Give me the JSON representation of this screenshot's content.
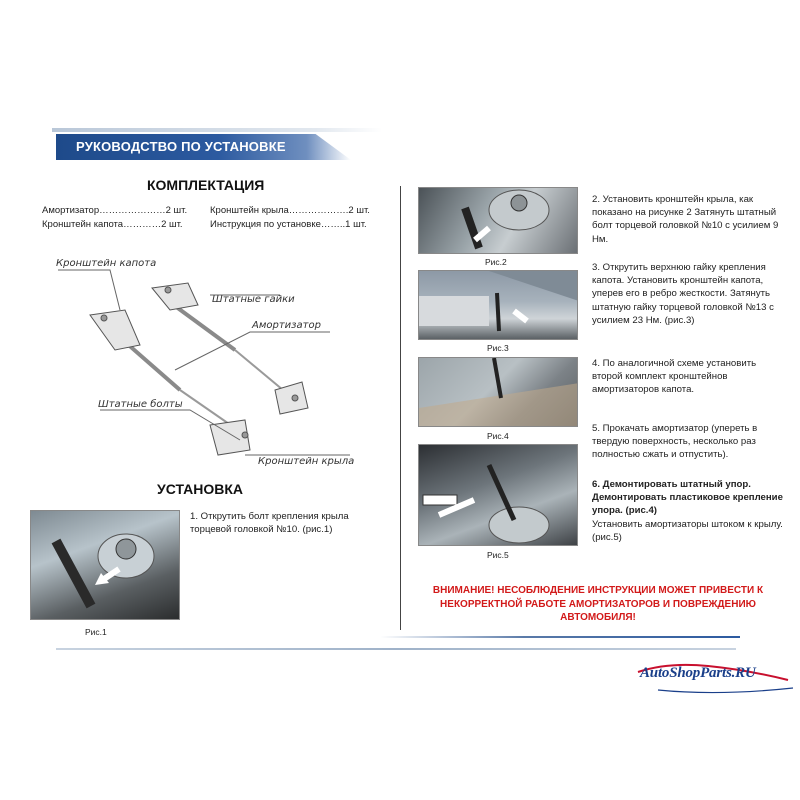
{
  "header": {
    "title": "РУКОВОДСТВО ПО УСТАНОВКЕ"
  },
  "kit": {
    "title": "КОМПЛЕКТАЦИЯ",
    "items": [
      "Амортизатор…………………2 шт.",
      "Кронштейн капота…………2 шт.",
      "Кронштейн крыла……………….2 шт.",
      "Инструкция по установке……..1 шт."
    ]
  },
  "diagram": {
    "labels": {
      "hood_bracket": "Кронштейн капота",
      "nuts": "Штатные гайки",
      "shock": "Амортизатор",
      "bolts": "Штатные болты",
      "fender_bracket": "Кронштейн крыла"
    }
  },
  "install": {
    "title": "УСТАНОВКА"
  },
  "steps": {
    "s1": "1.  Открутить болт крепления крыла торцевой головкой №10. (рис.1)",
    "s2": "2. Установить кронштейн крыла, как показано на рисунке 2 Затянуть штатный болт торцевой головкой №10 с усилием 9 Нм.",
    "s3": "3. Открутить верхнюю гайку крепления капота. Установить кронштейн капота, уперев его в ребро жесткости. Затянуть штатную гайку торцевой головкой №13 с усилием 23 Нм. (рис.3)",
    "s4": "4. По аналогичной схеме установить второй комплект кронштейнов амортизаторов капота.",
    "s5": "5. Прокачать амортизатор (упереть в твердую поверхность, несколько раз полностью сжать и отпустить).",
    "s6_bold": "6. Демонтировать штатный упор. Демонтировать пластиковое крепление упора. (рис.4)",
    "s6_rest": "Установить амортизаторы штоком к крылу. (рис.5)"
  },
  "captions": {
    "f1": "Рис.1",
    "f2": "Рис.2",
    "f3": "Рис.3",
    "f4": "Рис.4",
    "f5": "Рис.5"
  },
  "warning": "ВНИМАНИЕ! НЕСОБЛЮДЕНИЕ ИНСТРУКЦИИ МОЖЕТ ПРИВЕСТИ К НЕКОРРЕКТНОЙ РАБОТЕ АМОРТИЗАТОРОВ И ПОВРЕЖДЕНИЮ АВТОМОБИЛЯ!",
  "logo": "AutoShopParts.RU",
  "colors": {
    "header_blue": "#2c5aa0",
    "warning_red": "#d21a1a",
    "logo_blue": "#1a3f8a"
  }
}
